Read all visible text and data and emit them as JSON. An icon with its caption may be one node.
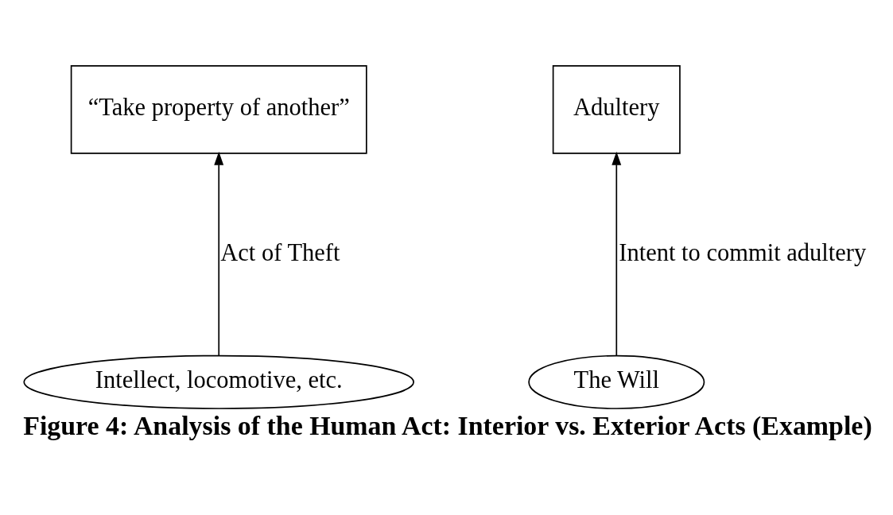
{
  "diagram": {
    "caption": "Figure 4: Analysis of the Human Act: Interior vs. Exterior Acts (Example)",
    "nodes": [
      {
        "text": [
          "“Take property of another”"
        ]
      },
      {
        "text": [
          "Adultery"
        ]
      },
      {
        "text": [
          "Intellect, locomotive, etc."
        ]
      },
      {
        "text": [
          "The Will"
        ]
      }
    ],
    "edges": [
      {
        "from": 2,
        "to": 0,
        "arrow": "to",
        "label": "Act of Theft"
      },
      {
        "from": 3,
        "to": 1,
        "arrow": "to",
        "label": "Intent to commit adultery"
      }
    ]
  }
}
